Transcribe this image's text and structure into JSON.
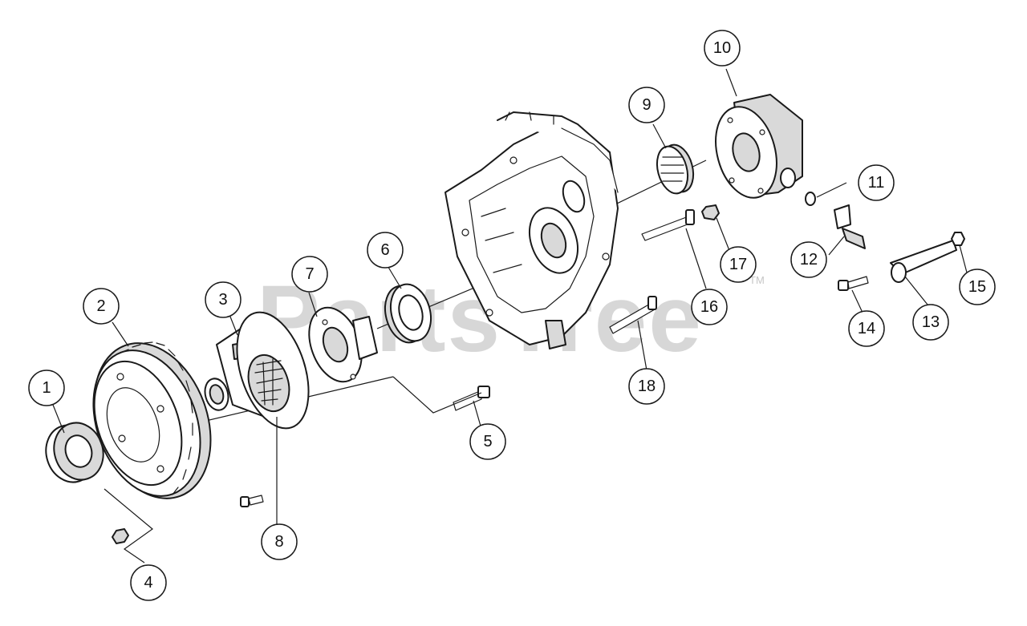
{
  "watermark": {
    "text": "PartsTree",
    "trademark": "TM"
  },
  "callouts": [
    "1",
    "2",
    "3",
    "4",
    "5",
    "6",
    "7",
    "8",
    "9",
    "10",
    "11",
    "12",
    "13",
    "14",
    "15",
    "16",
    "17",
    "18"
  ],
  "colors": {
    "line": "#1a1a1a",
    "background": "#ffffff",
    "watermark": "#b8b8b8"
  }
}
